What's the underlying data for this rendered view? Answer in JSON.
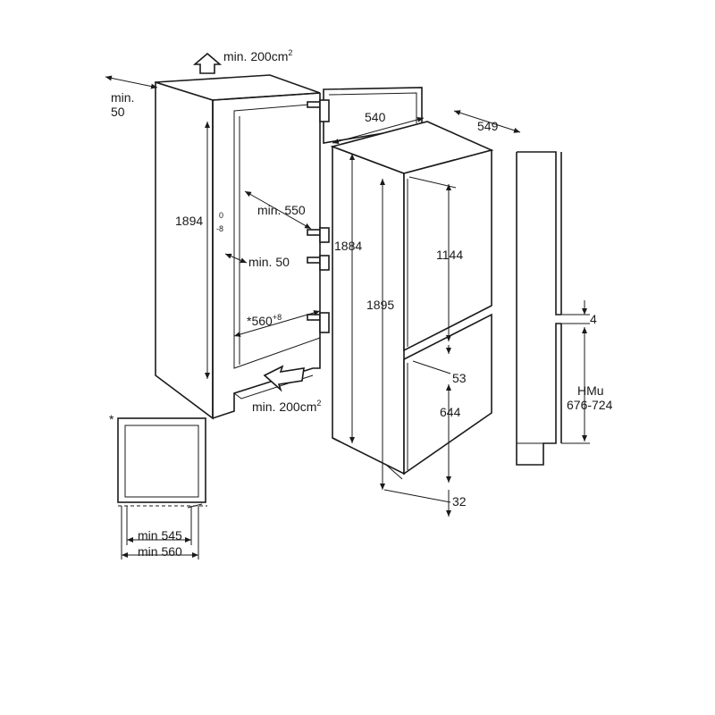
{
  "diagram": {
    "top_vent": {
      "label": "min. 200cm",
      "superscript": "2"
    },
    "bottom_vent": {
      "label": "min. 200cm",
      "superscript": "2"
    },
    "rear_gap": {
      "line1": "min.",
      "line2": "50"
    },
    "niche_height": {
      "value": "1894",
      "tol_upper": "0",
      "tol_lower": "-8"
    },
    "niche_depth": {
      "label": "min. 550"
    },
    "side_gap": {
      "label": "min. 50"
    },
    "niche_width": {
      "value": "*560",
      "tol_upper": "+8"
    },
    "appliance_width": "540",
    "appliance_depth": "549",
    "appliance_height_back": "1884",
    "appliance_height_front": "1895",
    "upper_door": "1144",
    "door_gap": "53",
    "lower_door": "644",
    "bottom_offset": "32",
    "furniture_gap": "4",
    "hmu": {
      "line1": "HMu",
      "line2": "676-724"
    },
    "cross_section": {
      "asterisk": "*",
      "min_inner": "min 545",
      "min_outer": "min 560"
    }
  }
}
